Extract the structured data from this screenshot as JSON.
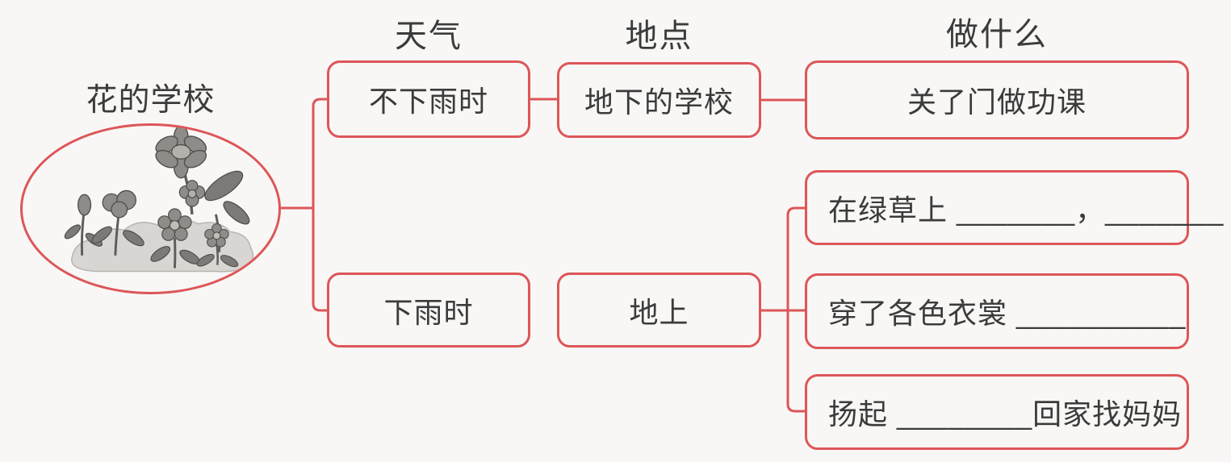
{
  "title": "花的学校",
  "headers": {
    "weather": "天气",
    "location": "地点",
    "action": "做什么"
  },
  "nodes": {
    "no_rain": "不下雨时",
    "underground_school": "地下的学校",
    "do_homework": "关了门做功课",
    "rain": "下雨时",
    "ground": "地上",
    "on_grass": "在绿草上 _______，_______",
    "wear_clothes": "穿了各色衣裳 __________",
    "raise_home": "扬起 ________回家找妈妈"
  },
  "illustration": "gray flowers and grass mound inside ellipse",
  "colors": {
    "line": "#dd5658",
    "text": "#3b3b3b",
    "bg": "#f8f7f5"
  }
}
